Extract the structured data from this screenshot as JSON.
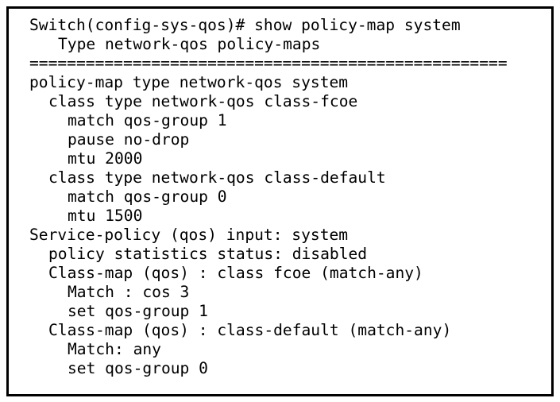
{
  "terminal": {
    "lines": [
      "Switch(config-sys-qos)# show policy-map system",
      "Type network-qos policy-maps",
      "===================================================",
      "policy-map type network-qos system",
      "class type network-qos class-fcoe",
      "match qos-group 1",
      "pause no-drop",
      "mtu 2000",
      "class type network-qos class-default",
      "match qos-group 0",
      "mtu 1500",
      "Service-policy (qos) input: system",
      "policy statistics status: disabled",
      "Class-map (qos) : class fcoe (match-any)",
      "Match : cos 3",
      "set qos-group 1",
      "Class-map (qos) : class-default (match-any)",
      "Match: any",
      "set qos-group 0"
    ]
  }
}
